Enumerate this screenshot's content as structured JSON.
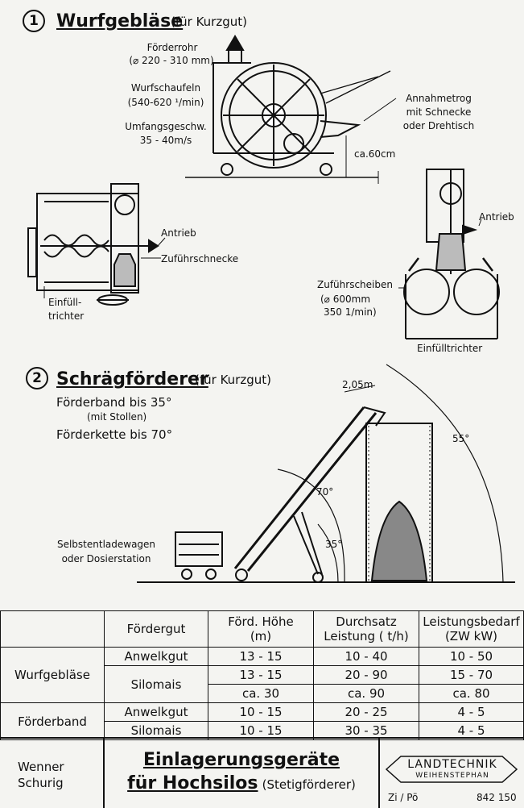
{
  "section1": {
    "number": "1",
    "title": "Wurfgebläse",
    "subtitle": "(für Kurzgut)",
    "labels": {
      "foerderrohr": "Förderrohr",
      "foerderrohr_dim": "(⌀ 220 - 310 mm)",
      "wurfschaufeln": "Wurfschaufeln",
      "wurfschaufeln_dim": "(540-620 ¹/min)",
      "umfangsgeschw": "Umfangsgeschw.",
      "umfangsgeschw_val": "35 - 40m/s",
      "annahmetrog": "Annahmetrog",
      "mit_schnecke": "mit Schnecke",
      "oder_drehtisch": "oder Drehtisch",
      "height": "ca.60cm",
      "antrieb_left": "Antrieb",
      "zufuehrschnecke": "Zuführschnecke",
      "einfuell": "Einfüll-",
      "trichter": "trichter",
      "antrieb_right": "Antrieb",
      "zufuehrscheiben": "Zuführscheiben",
      "scheiben_dim": "(⌀ 600mm",
      "scheiben_rpm": "350 1/min)",
      "einfuelltrichter": "Einfülltrichter"
    }
  },
  "section2": {
    "number": "2",
    "title": "Schrägförderer",
    "subtitle": "(für Kurzgut)",
    "line1": "Förderband bis 35°",
    "line1_note": "(mit Stollen)",
    "line2": "Förderkette bis 70°",
    "labels": {
      "wagen1": "Selbstentladewagen",
      "wagen2": "oder Dosierstation",
      "length": "2,05m",
      "angle70": "70°",
      "angle35": "35°",
      "angle55": "55°"
    }
  },
  "table": {
    "headers": {
      "foerdergut": "Fördergut",
      "hoehe1": "Förd. Höhe",
      "hoehe2": "(m)",
      "durchsatz1": "Durchsatz",
      "durchsatz2": "Leistung ( t/h)",
      "leistung1": "Leistungsbedarf",
      "leistung2": "(ZW  kW)"
    },
    "groups": {
      "wurfgeblaese": "Wurfgebläse",
      "foerderband": "Förderband"
    },
    "rows": [
      {
        "gut": "Anwelkgut",
        "hoehe": "13 - 15",
        "durchsatz": "10 - 40",
        "leistung": "10 - 50"
      },
      {
        "gut": "Silomais",
        "hoehe": "13 - 15",
        "durchsatz": "20 - 90",
        "leistung": "15 - 70"
      },
      {
        "gut": "",
        "hoehe": "ca. 30",
        "durchsatz": "ca. 90",
        "leistung": "ca. 80"
      },
      {
        "gut": "Anwelkgut",
        "hoehe": "10 - 15",
        "durchsatz": "20 - 25",
        "leistung": "4  - 5"
      },
      {
        "gut": "Silomais",
        "hoehe": "10 - 15",
        "durchsatz": "30 - 35",
        "leistung": "4  - 5"
      }
    ]
  },
  "footer": {
    "author1": "Wenner",
    "author2": "Schurig",
    "title1": "Einlagerungsgeräte",
    "title2": "für Hochsilos",
    "title2_paren": "(Stetigförderer)",
    "logo1": "LANDTECHNIK",
    "logo2": "WEIHENSTEPHAN",
    "initials": "Zi / Pö",
    "code": "842 150"
  }
}
